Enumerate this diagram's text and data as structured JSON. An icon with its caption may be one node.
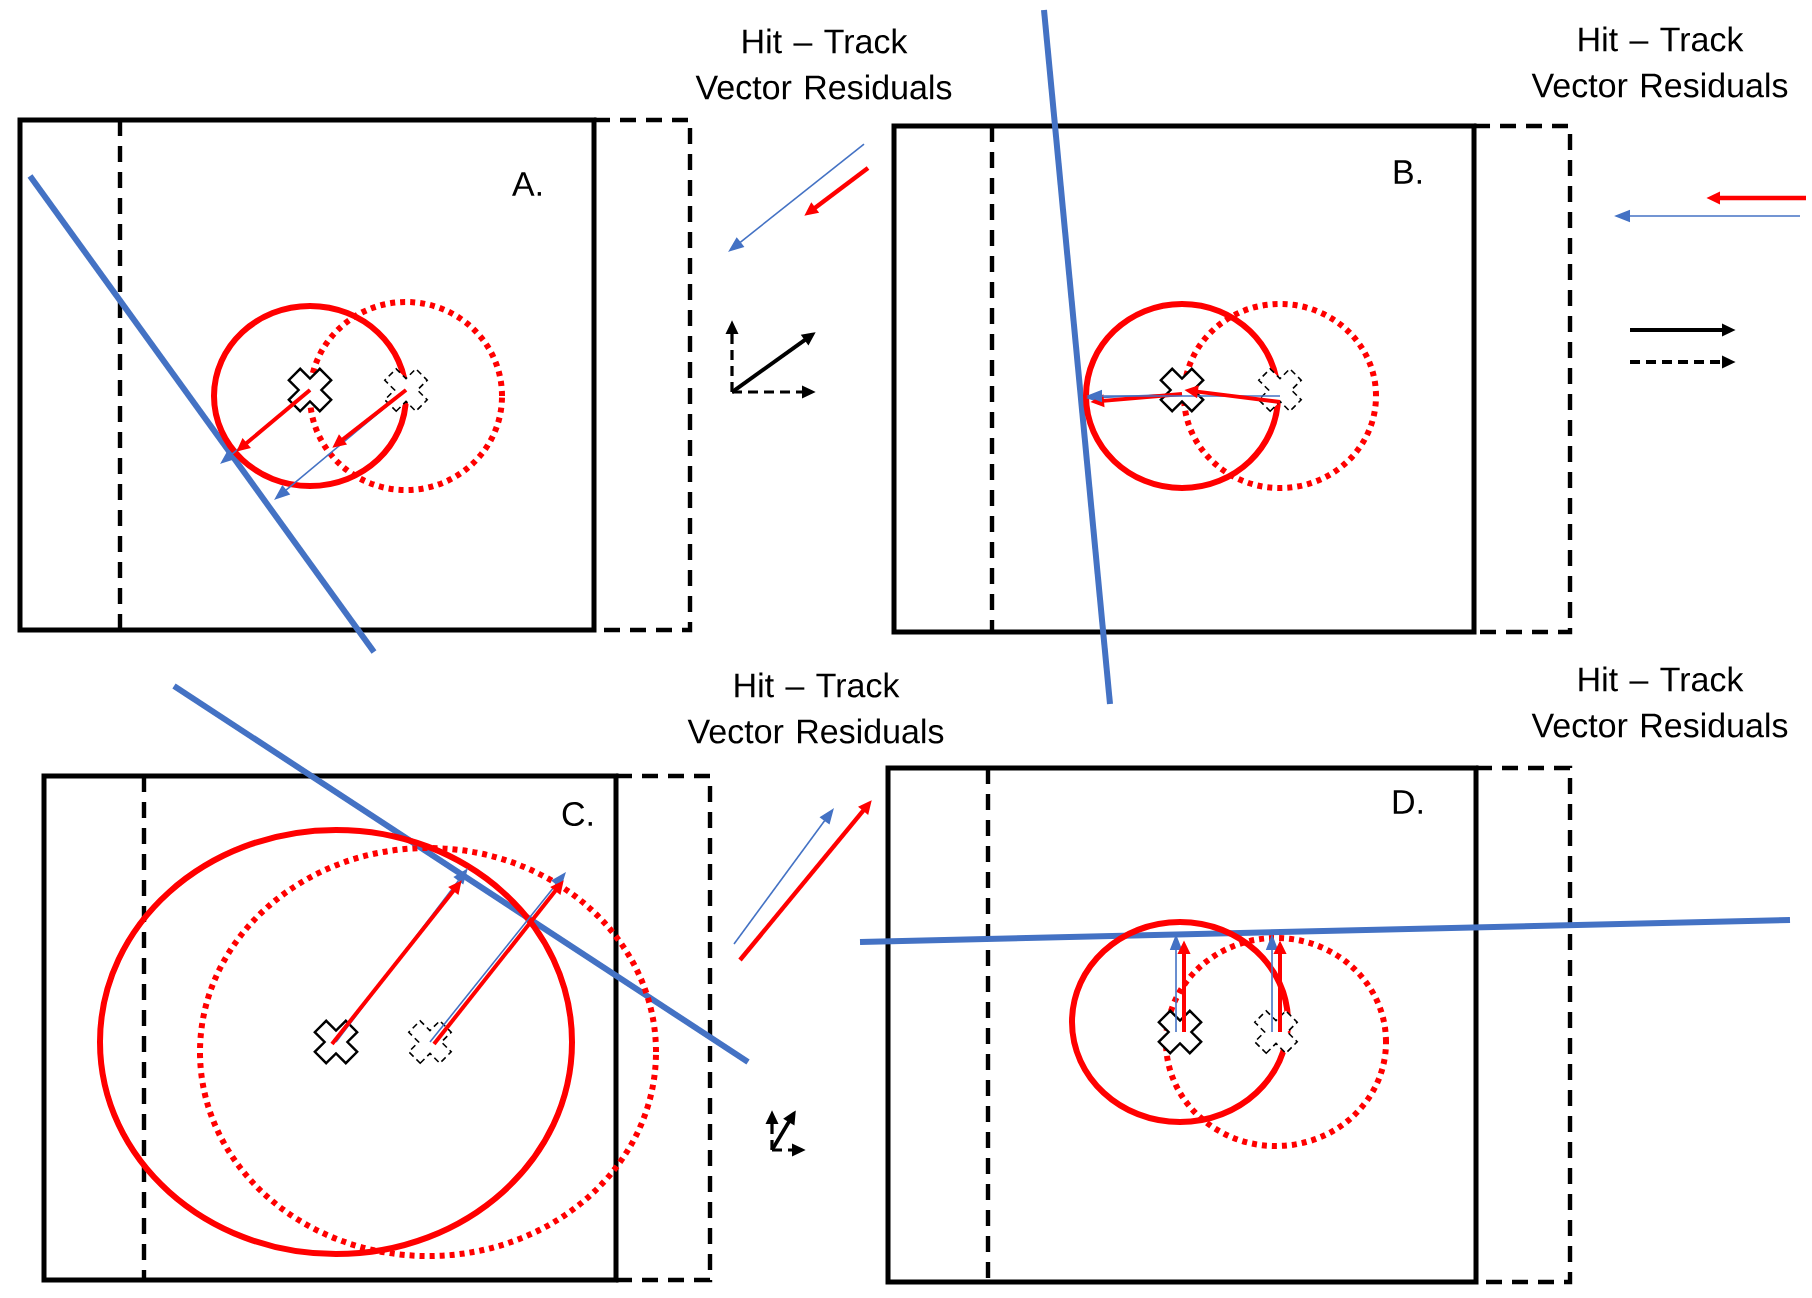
{
  "diagram": {
    "labels": [
      "Hit – Track Vector Residuals",
      "Hit – Track Vector Residuals",
      "A.",
      "B.",
      "Hit – Track Vector Residuals",
      "Hit – Track Vector Residuals",
      "C.",
      "D."
    ]
  }
}
